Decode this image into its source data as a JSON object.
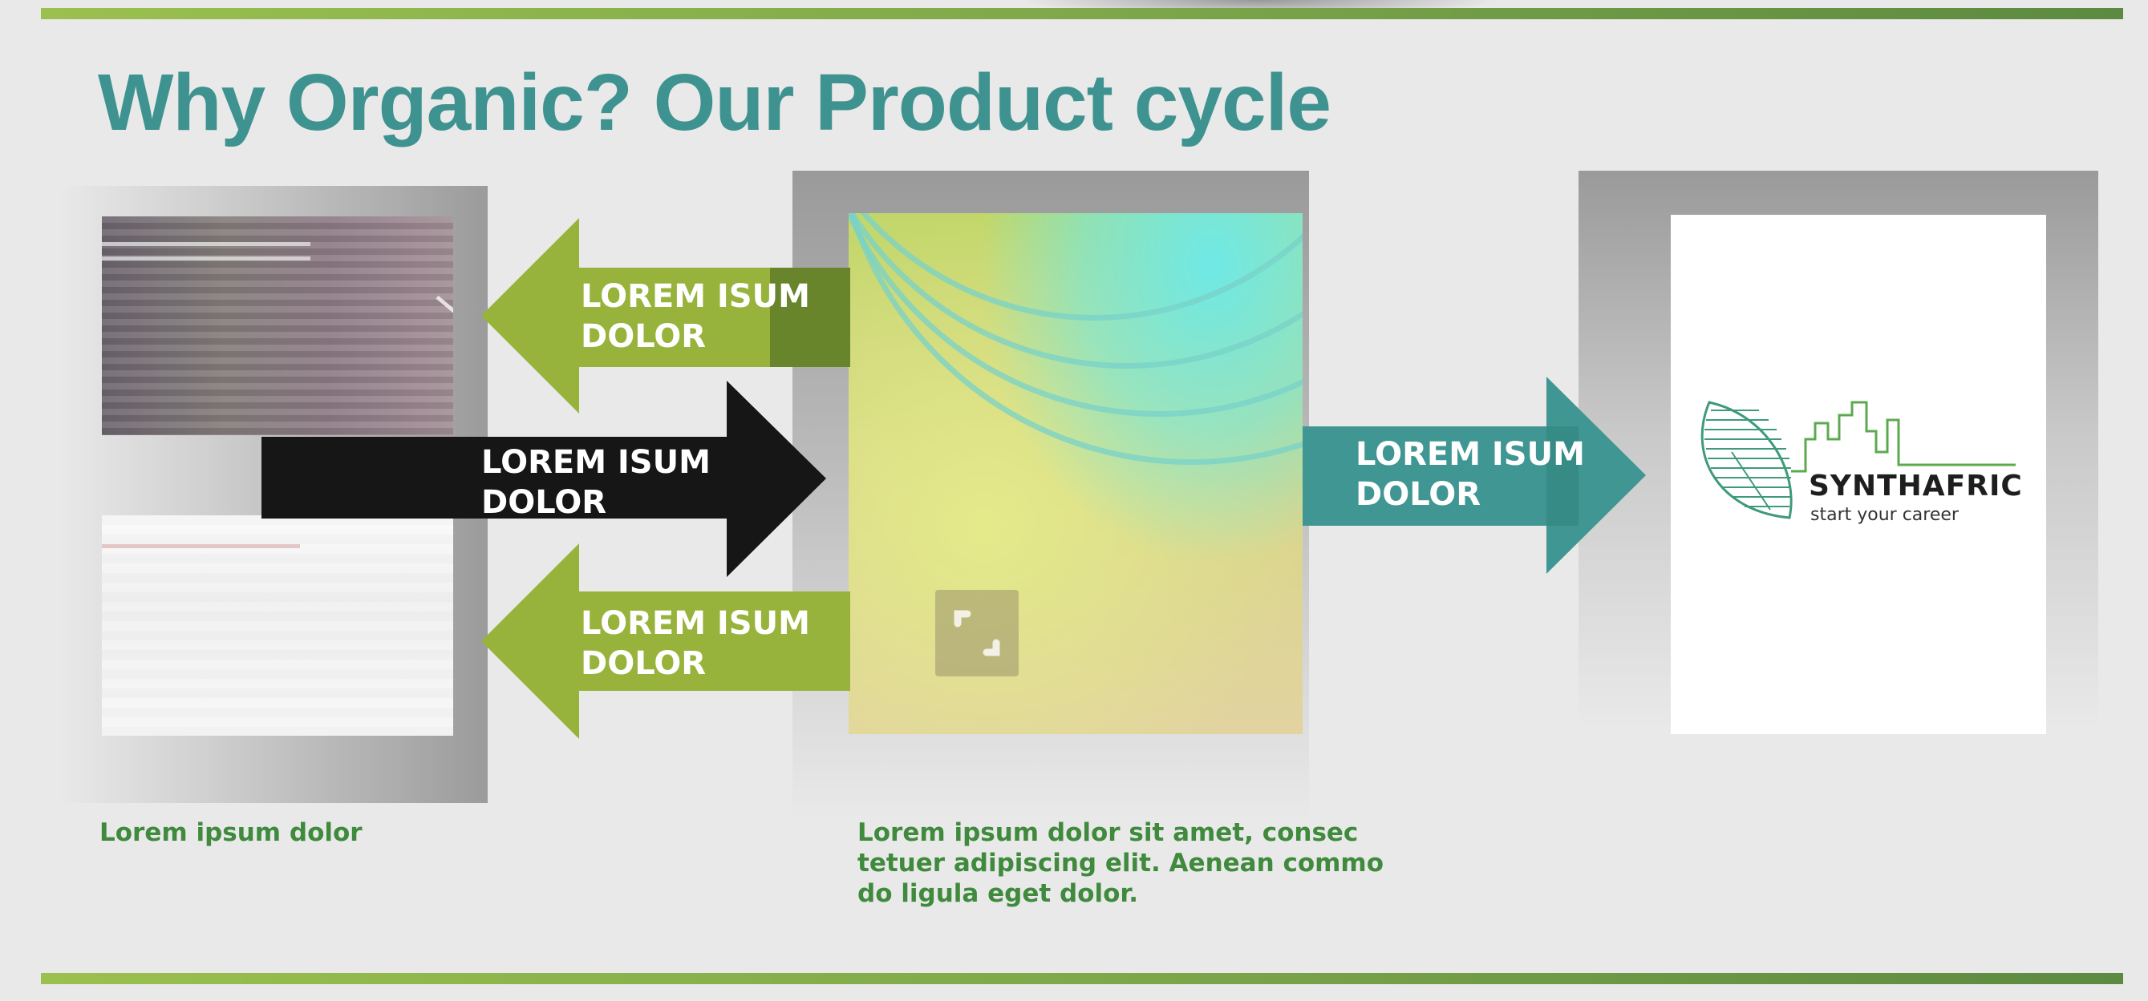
{
  "title": "Why Organic? Our Product cycle",
  "arrows": [
    {
      "label_line1": "LOREM ISUM",
      "label_line2": "DOLOR",
      "color": "#97b33b"
    },
    {
      "label_line1": "LOREM ISUM",
      "label_line2": "DOLOR",
      "color": "#161616"
    },
    {
      "label_line1": "LOREM ISUM",
      "label_line2": "DOLOR",
      "color": "#97b33b"
    },
    {
      "label_line1": "LOREM ISUM",
      "label_line2": "DOLOR",
      "color": "#3f9693"
    }
  ],
  "logo": {
    "name": "SYNTHAFRIC",
    "tagline": "start your career"
  },
  "captions": {
    "left": "Lorem ipsum dolor",
    "middle_line1": "Lorem ipsum dolor sit amet, consec",
    "middle_line2": "tetuer adipiscing elit. Aenean commo",
    "middle_line3": "do ligula eget dolor."
  },
  "colors": {
    "accent": "#3e9390",
    "caption": "#3f8a3c",
    "bar_start": "#9bc04f",
    "bar_end": "#5c8a40"
  },
  "icons": [
    "resize-icon",
    "leaf-icon",
    "city-skyline-icon"
  ]
}
